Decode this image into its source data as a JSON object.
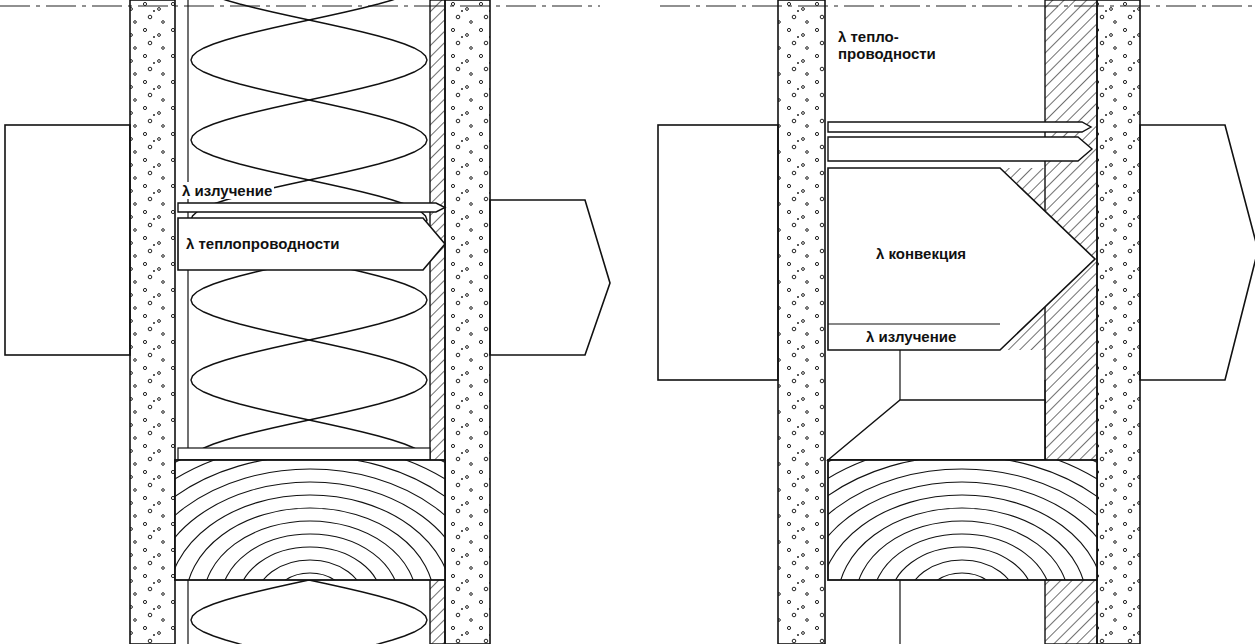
{
  "diagram": {
    "nodes": [
      {
        "text": [
          "λ теплопроводности"
        ]
      },
      {
        "text": [
          "λ конвекция",
          "λ излучение"
        ]
      }
    ],
    "labels": [
      "λ излучение",
      "λ тепло- проводности"
    ]
  }
}
